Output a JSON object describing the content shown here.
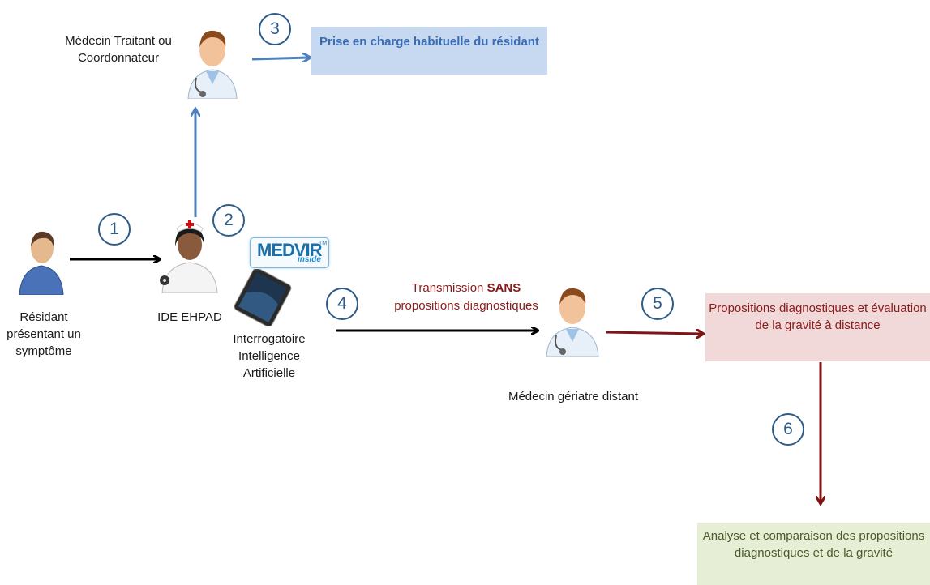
{
  "nodes": {
    "medecin_traitant": "Médecin Traitant ou Coordonnateur",
    "resident": "Résidant présentant un symptôme",
    "ide": "IDE EHPAD",
    "interrogatoire": "Interrogatoire Intelligence Artificielle",
    "geriatre": "Médecin gériatre distant"
  },
  "boxes": {
    "prise": "Prise en charge habituelle du résidant",
    "propositions": "Propositions diagnostiques et évaluation de la gravité à distance",
    "analyse": "Analyse et comparaison des propositions diagnostiques et de la gravité"
  },
  "transmission": {
    "part1": "Transmission ",
    "sans": "SANS",
    "part2": "propositions diagnostiques"
  },
  "steps": [
    "1",
    "2",
    "3",
    "4",
    "5",
    "6"
  ],
  "badge": {
    "logo": "MEDVIR",
    "tm": "TM",
    "sub": "inside"
  },
  "colors": {
    "blue_arrow": "#4f81bd",
    "dark_red_arrow": "#7f1416",
    "black_arrow": "#000000",
    "circle": "#2e5c8a"
  }
}
